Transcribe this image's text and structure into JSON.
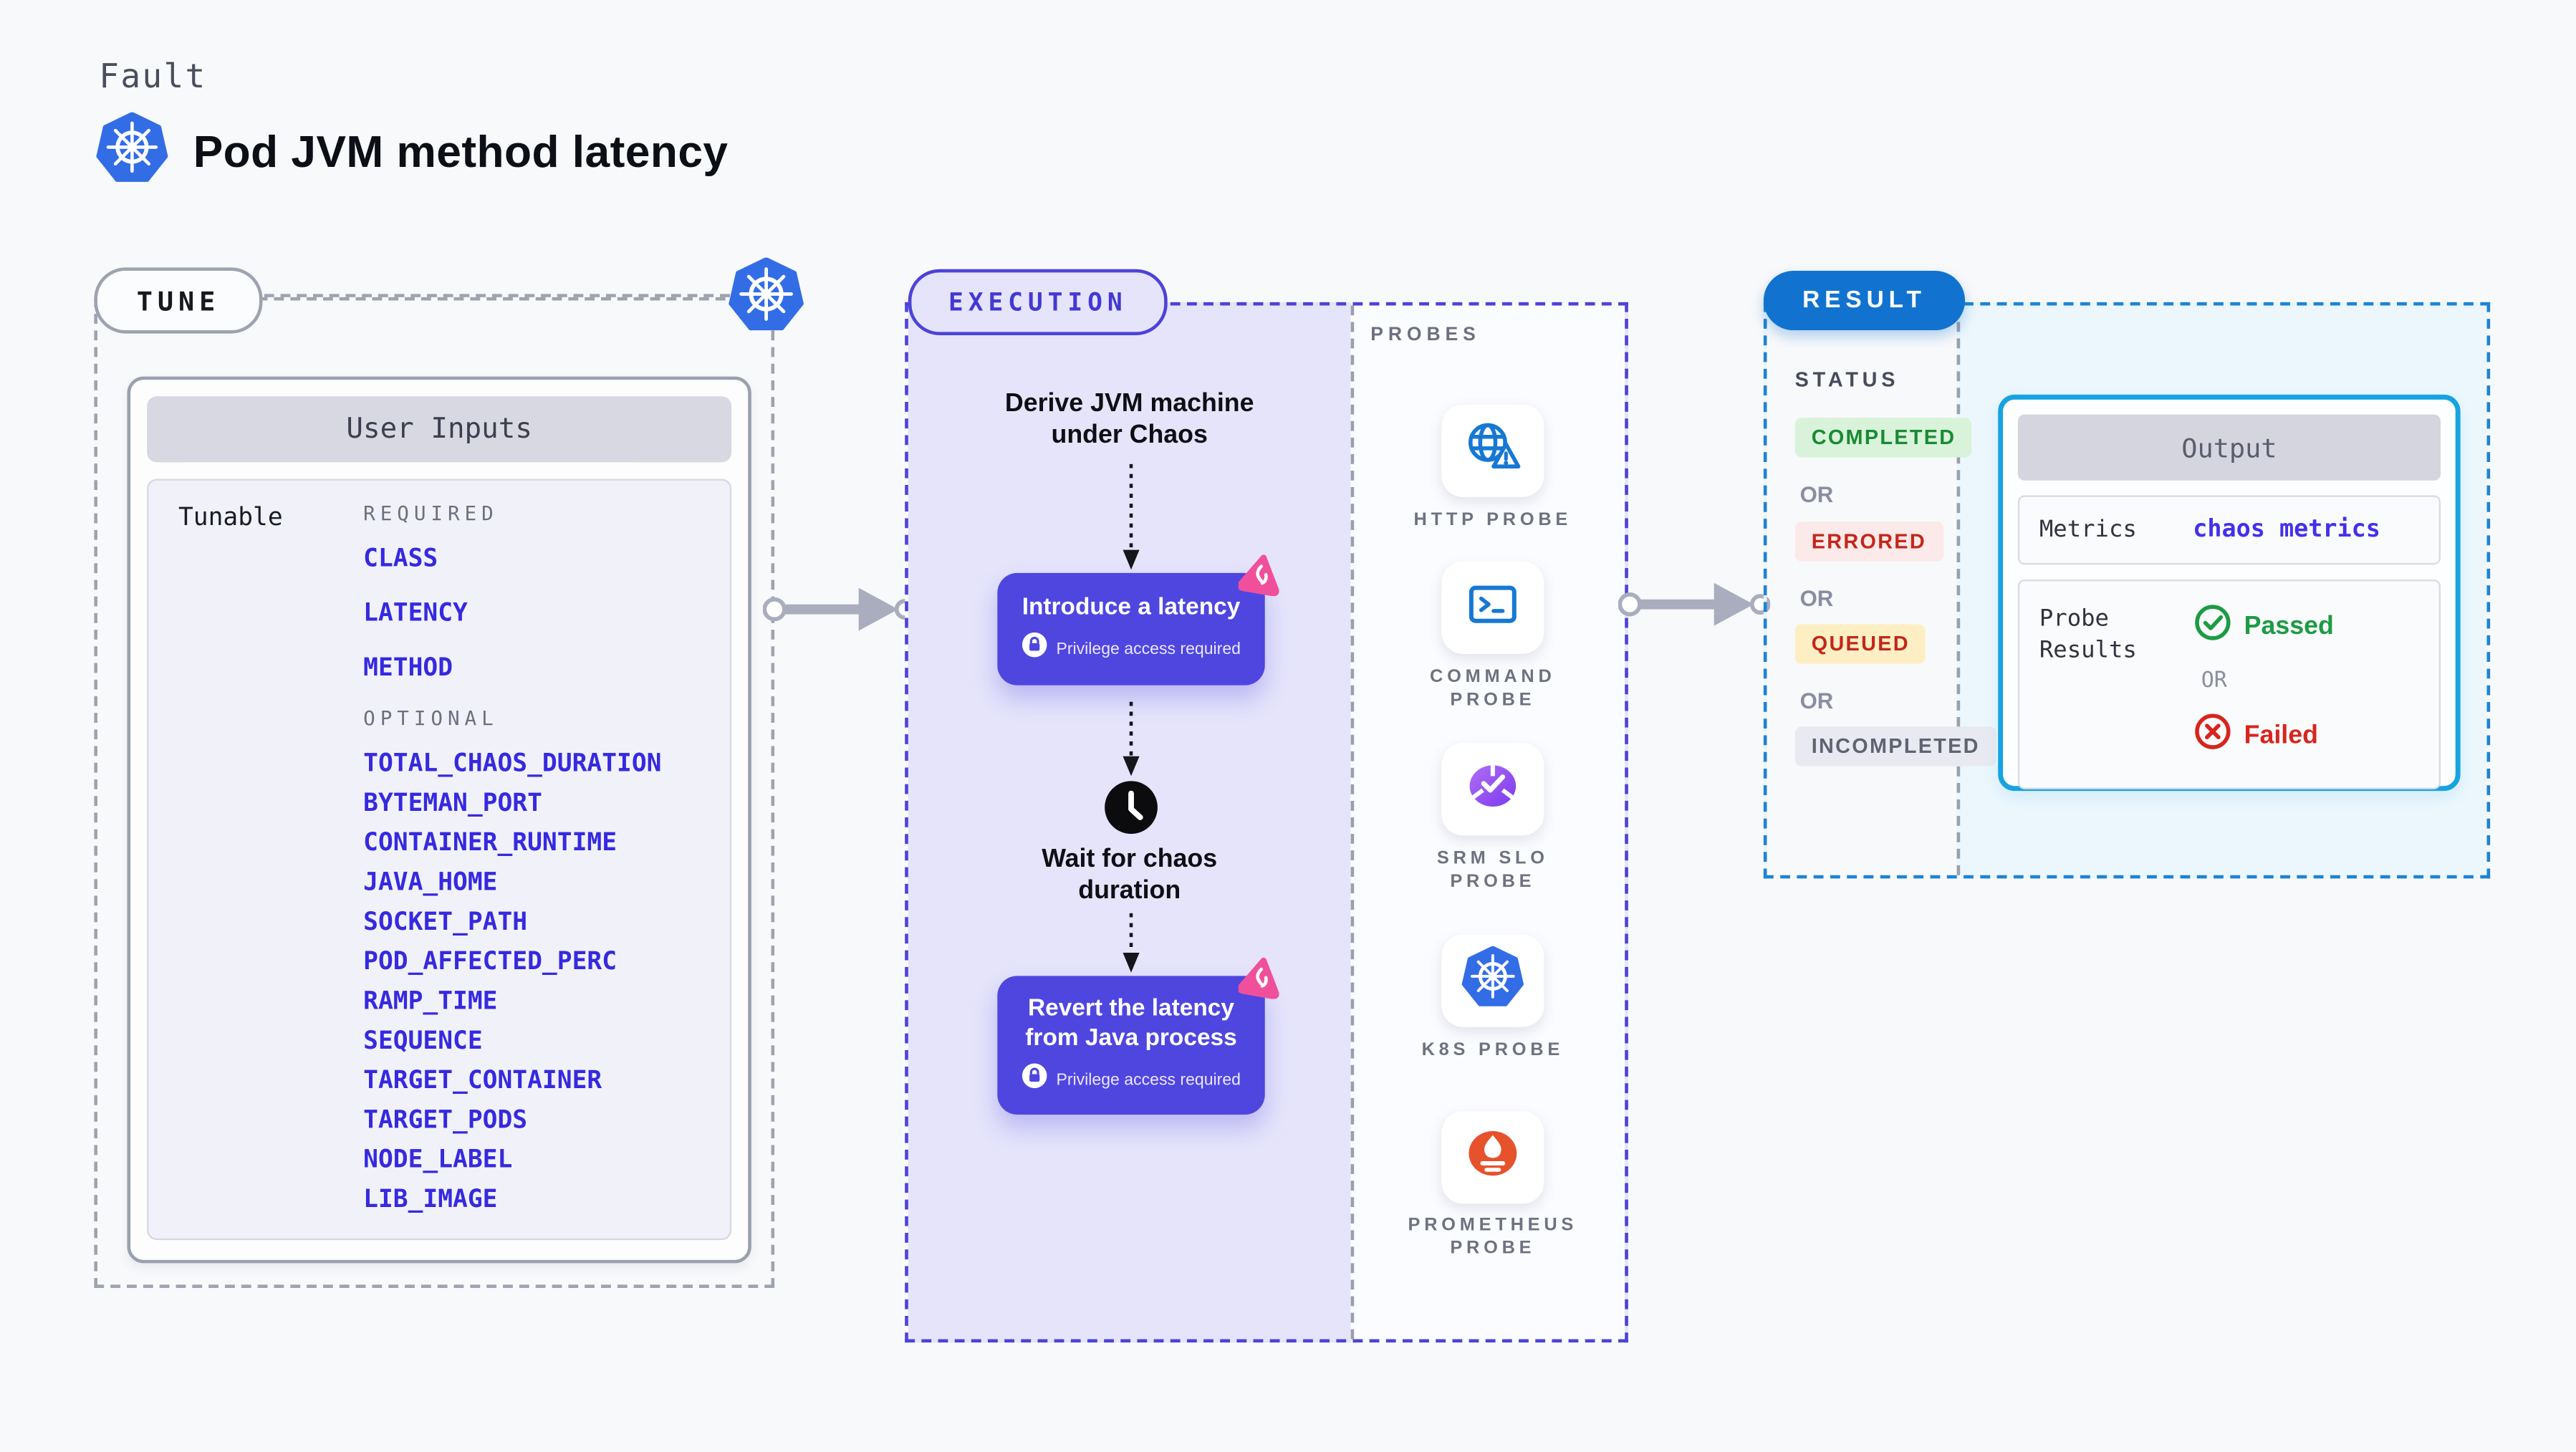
{
  "page": {
    "eyebrow": "Fault",
    "title": "Pod JVM method latency"
  },
  "colors": {
    "background": "#f8f9fb",
    "accent_indigo": "#4f46e0",
    "link_blue": "#3629e0",
    "kubernetes_blue": "#326de6",
    "result_blue": "#1173cf",
    "output_border_cyan": "#17a3e0",
    "execution_fill": "#e5e4fb",
    "result_fill": "#ecf7fd",
    "pink_chaos": "#f0509b",
    "status_success": "#188a34",
    "status_error": "#c3261b",
    "status_neutral": "#5f6372",
    "prometheus_orange": "#e6522c"
  },
  "tune": {
    "badge": "TUNE",
    "card_header": "User Inputs",
    "row_label": "Tunable",
    "required_label": "REQUIRED",
    "required": [
      "CLASS",
      "LATENCY",
      "METHOD"
    ],
    "optional_label": "OPTIONAL",
    "optional": [
      "TOTAL_CHAOS_DURATION",
      "BYTEMAN_PORT",
      "CONTAINER_RUNTIME",
      "JAVA_HOME",
      "SOCKET_PATH",
      "POD_AFFECTED_PERC",
      "RAMP_TIME",
      "SEQUENCE",
      "TARGET_CONTAINER",
      "TARGET_PODS",
      "NODE_LABEL",
      "LIB_IMAGE"
    ]
  },
  "execution": {
    "badge": "EXECUTION",
    "derive_line1": "Derive JVM machine",
    "derive_line2": "under Chaos",
    "introduce_label": "Introduce a latency",
    "privilege_note": "Privilege access required",
    "wait_line1": "Wait for chaos",
    "wait_line2": "duration",
    "revert_line1": "Revert the latency",
    "revert_line2": "from Java process"
  },
  "probes": {
    "label": "PROBES",
    "items": [
      {
        "label": "HTTP PROBE",
        "icon": "globe-alert-icon"
      },
      {
        "label": "COMMAND PROBE",
        "icon": "terminal-icon"
      },
      {
        "label": "SRM SLO PROBE",
        "icon": "slo-pie-icon"
      },
      {
        "label": "K8S PROBE",
        "icon": "kubernetes-icon"
      },
      {
        "label": "PROMETHEUS PROBE",
        "icon": "prometheus-icon"
      }
    ]
  },
  "result": {
    "badge": "RESULT",
    "status_label": "STATUS",
    "or_label": "OR",
    "statuses": [
      {
        "label": "COMPLETED",
        "type": "success"
      },
      {
        "label": "ERRORED",
        "type": "error"
      },
      {
        "label": "QUEUED",
        "type": "warning"
      },
      {
        "label": "INCOMPLETED",
        "type": "neutral"
      }
    ],
    "output": {
      "header": "Output",
      "metrics_label": "Metrics",
      "metrics_value": "chaos metrics",
      "probe_results_line1": "Probe",
      "probe_results_line2": "Results",
      "or_label": "OR",
      "passed_label": "Passed",
      "failed_label": "Failed"
    }
  }
}
